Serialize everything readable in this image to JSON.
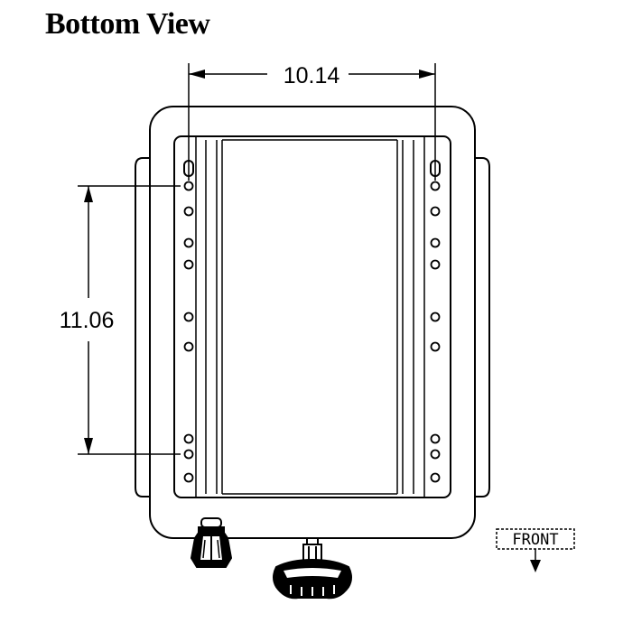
{
  "title": "Bottom View",
  "dimensions": {
    "width_label": "10.14",
    "height_label": "11.06"
  },
  "orientation": {
    "label": "FRONT",
    "arrow": "down-arrow"
  }
}
